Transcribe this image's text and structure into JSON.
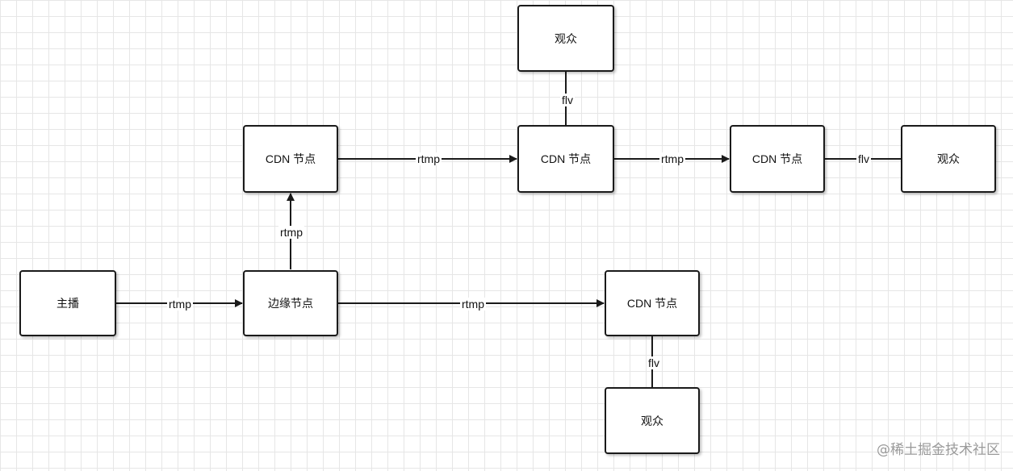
{
  "nodes": {
    "anchor": "主播",
    "edge_node": "边缘节点",
    "cdn_upper": "CDN 节点",
    "cdn_middle": "CDN 节点",
    "cdn_right": "CDN 节点",
    "cdn_lower": "CDN 节点",
    "viewer_top": "观众",
    "viewer_right": "观众",
    "viewer_bottom": "观众"
  },
  "edges": {
    "anchor_to_edge": "rtmp",
    "edge_to_cdn_upper": "rtmp",
    "cdn_upper_to_cdn_middle": "rtmp",
    "cdn_middle_to_cdn_right": "rtmp",
    "edge_to_cdn_lower": "rtmp",
    "cdn_middle_to_viewer_top": "flv",
    "cdn_right_to_viewer_right": "flv",
    "cdn_lower_to_viewer_bottom": "flv"
  },
  "watermark": "@稀土掘金技术社区",
  "colors": {
    "line": "#1a1a1a",
    "grid": "#e6e6e6",
    "watermark": "#9a9a9a"
  }
}
